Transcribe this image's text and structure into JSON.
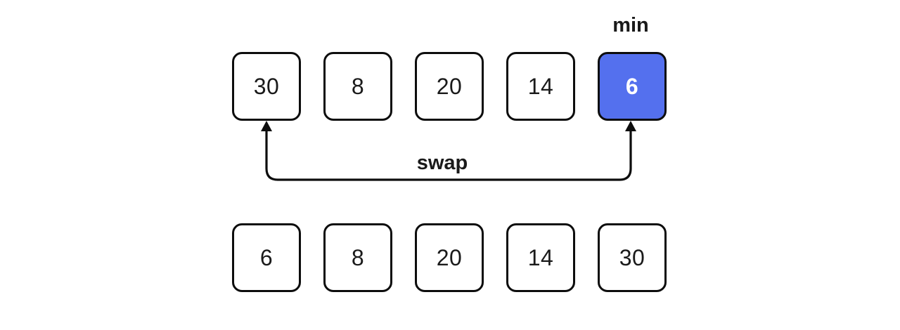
{
  "labels": {
    "min": "min",
    "swap": "swap"
  },
  "top_row": {
    "cells": [
      "30",
      "8",
      "20",
      "14",
      "6"
    ],
    "highlight_index": 4,
    "highlighted_value": "6"
  },
  "bottom_row": {
    "cells": [
      "6",
      "8",
      "20",
      "14",
      "30"
    ]
  },
  "colors": {
    "background": "#ffffff",
    "box_border": "#0d0d0d",
    "box_fill": "#ffffff",
    "text": "#1a1a1a",
    "highlight_fill": "#5470ee",
    "highlight_text": "#ffffff",
    "arrow": "#0d0d0d"
  }
}
